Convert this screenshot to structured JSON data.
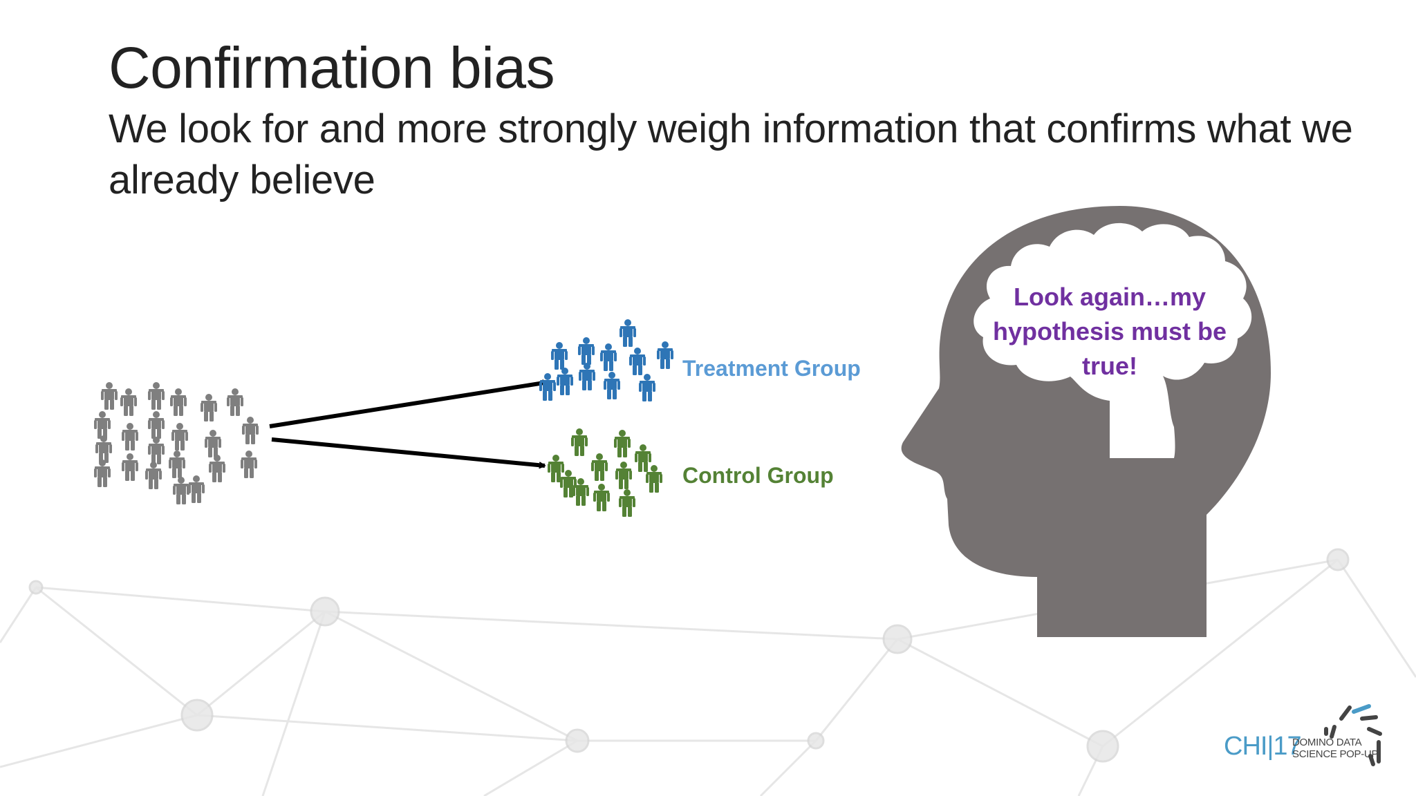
{
  "slide": {
    "title": "Confirmation bias",
    "subtitle": "We look for and more strongly weigh information that confirms what we already believe"
  },
  "diagram": {
    "population_icon": "person-icon",
    "population_count": 22,
    "groups": [
      {
        "label": "Treatment Group",
        "color": "#2e75b6",
        "label_color": "#5b9bd5",
        "count": 11
      },
      {
        "label": "Control Group",
        "color": "#548235",
        "label_color": "#548235",
        "count": 11
      }
    ],
    "population_color": "#7f7f7f",
    "arrow_color": "#000000"
  },
  "head": {
    "icon": "head-silhouette-icon",
    "color": "#767171",
    "thought_bubble_icon": "brain-cloud-icon",
    "thought_text": "Look again…my hypothesis must be true!",
    "thought_color": "#7030a0"
  },
  "logo": {
    "event": "CHI|17",
    "line1": "DOMINO DATA",
    "line2": "SCIENCE POP-UP",
    "mark_icon": "radial-dashes-icon",
    "accent_color": "#4a9bc7"
  }
}
